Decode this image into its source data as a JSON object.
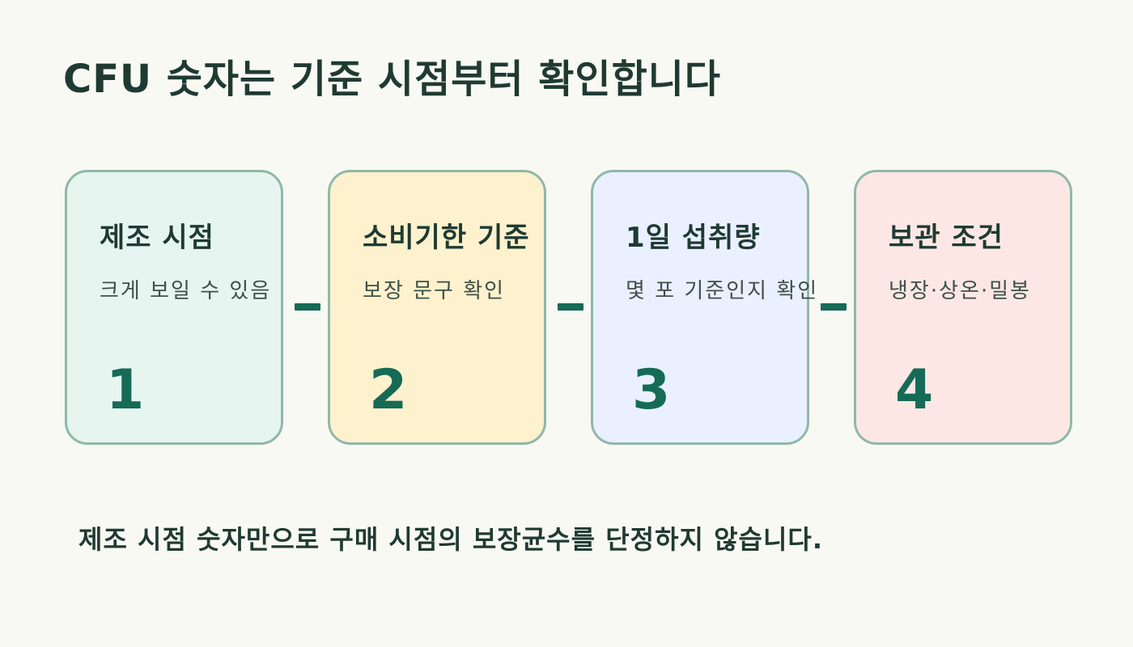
{
  "title": "CFU 숫자는 기준 시점부터 확인합니다",
  "steps": [
    {
      "title": "제조 시점",
      "description": "크게 보일 수 있음",
      "number": "1",
      "color": "#e6f5f0"
    },
    {
      "title": "소비기한 기준",
      "description": "보장 문구 확인",
      "number": "2",
      "color": "#fef1cd"
    },
    {
      "title": "1일 섭취량",
      "description": "몇 포 기준인지 확인",
      "number": "3",
      "color": "#eaf0ff"
    },
    {
      "title": "보관 조건",
      "description": "냉장·상온·밀봉",
      "number": "4",
      "color": "#fce7e4"
    }
  ],
  "colors": {
    "background": "#f9f9f4",
    "text": "#1f3a32",
    "accent": "#156b56",
    "card_border": "#8fb8a9"
  },
  "note": "제조 시점 숫자만으로 구매 시점의 보장균수를 단정하지 않습니다."
}
